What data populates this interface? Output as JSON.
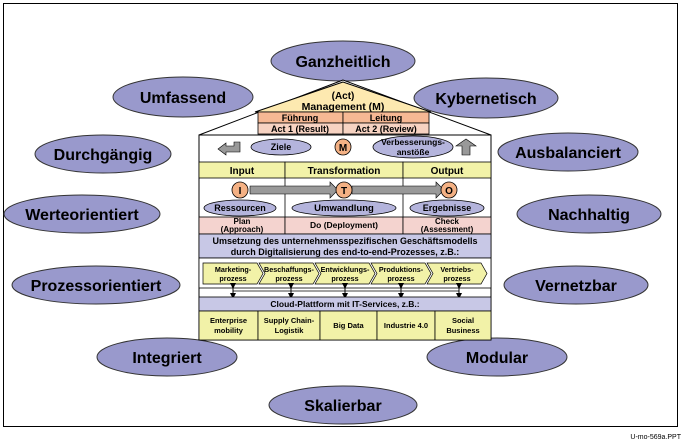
{
  "ellipses": {
    "top": "Ganzheitlich",
    "upper_left": "Umfassend",
    "upper_right": "Kybernetisch",
    "left_1": "Durchgängig",
    "right_1": "Ausbalanciert",
    "left_2": "Werteorientiert",
    "right_2": "Nachhaltig",
    "left_3": "Prozessorientiert",
    "right_3": "Vernetzbar",
    "lower_left": "Integriert",
    "lower_right": "Modular",
    "bottom": "Skalierbar"
  },
  "roof": {
    "line1": "(Act)",
    "line2": "Management (M)",
    "fuehrung": "Führung",
    "leitung": "Leitung",
    "act1": "Act 1 (Result)",
    "act2": "Act 2 (Review)"
  },
  "m_row": {
    "ziele": "Ziele",
    "m": "M",
    "verb_line1": "Verbesserungs-",
    "verb_line2": "anstöße"
  },
  "flow": {
    "input": "Input",
    "transformation": "Transformation",
    "output": "Output",
    "i": "I",
    "t": "T",
    "o": "O",
    "ressourcen": "Ressourcen",
    "umwandlung": "Umwandlung",
    "ergebnisse": "Ergebnisse"
  },
  "pdc": {
    "plan1": "Plan",
    "plan2": "(Approach)",
    "do": "Do (Deployment)",
    "check1": "Check",
    "check2": "(Assessment)"
  },
  "umsetzung": {
    "line1": "Umsetzung des unternehmensspezifischen Geschäftsmodells",
    "line2": "durch Digitalisierung des end-to-end-Prozesses, z.B.:"
  },
  "processes": [
    {
      "l1": "Marketing-",
      "l2": "prozess"
    },
    {
      "l1": "Beschaffungs-",
      "l2": "prozess"
    },
    {
      "l1": "Entwicklungs-",
      "l2": "prozess"
    },
    {
      "l1": "Produktions-",
      "l2": "prozess"
    },
    {
      "l1": "Vertriebs-",
      "l2": "prozess"
    }
  ],
  "cloud": "Cloud-Plattform mit IT-Services, z.B.:",
  "services": [
    {
      "l1": "Enterprise",
      "l2": "mobility"
    },
    {
      "l1": "Supply Chain-",
      "l2": "Logistik"
    },
    {
      "l1": "Big Data",
      "l2": ""
    },
    {
      "l1": "Industrie 4.0",
      "l2": ""
    },
    {
      "l1": "Social",
      "l2": "Business"
    }
  ],
  "source_code": "U-mo-569a.PPT",
  "colors": {
    "ellipse": "#9999cc",
    "roof": "#fde9b0",
    "fuehrung_row": "#f6b894",
    "act_row": "#f7d3c2",
    "flow_header": "#f2f2a8",
    "circle": "#f4b184",
    "oval_blue": "#b4b4dc",
    "pdc_row": "#f4d3cf",
    "umsetzung": "#c8c8e6",
    "process": "#f2f2a8",
    "cloud": "#c8c8e6",
    "services": "#f2f2a8"
  }
}
